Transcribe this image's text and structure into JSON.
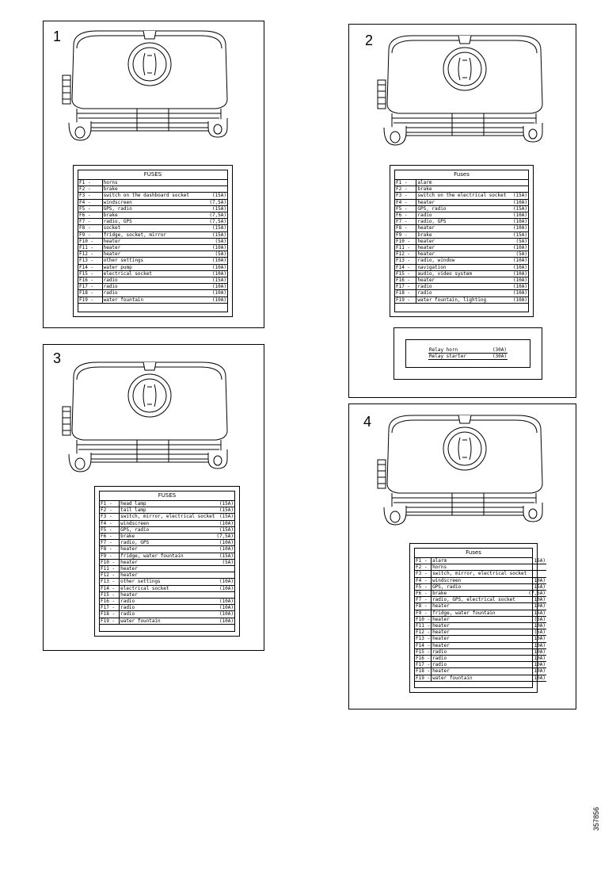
{
  "reference_code": "357856",
  "panels": [
    {
      "number": "1",
      "title": "FUSES",
      "rows": [
        {
          "id": "F1 -",
          "label": "horns",
          "amp": ""
        },
        {
          "id": "F2 -",
          "label": "brake",
          "amp": ""
        },
        {
          "id": "F3 -",
          "label": "switch on the dashboard socket",
          "amp": "(15A)"
        },
        {
          "id": "F4 -",
          "label": "windscreen",
          "amp": "(7,5A)"
        },
        {
          "id": "F5 -",
          "label": "GPS, radio",
          "amp": "(15A)"
        },
        {
          "id": "F6 -",
          "label": "brake",
          "amp": "(7,5A)"
        },
        {
          "id": "F7 -",
          "label": "radio, GPS",
          "amp": "(7,5A)"
        },
        {
          "id": "F8 -",
          "label": "socket",
          "amp": "(15A)"
        },
        {
          "id": "F9 -",
          "label": "fridge, socket, mirror",
          "amp": "(15A)"
        },
        {
          "id": "F10 -",
          "label": "heater",
          "amp": "(5A)"
        },
        {
          "id": "F11 -",
          "label": "heater",
          "amp": "(10A)"
        },
        {
          "id": "F12 -",
          "label": "heater",
          "amp": "(5A)"
        },
        {
          "id": "F13 -",
          "label": "other settings",
          "amp": "(10A)"
        },
        {
          "id": "F14 -",
          "label": "water pump",
          "amp": "(10A)"
        },
        {
          "id": "F15 -",
          "label": "electrical socket",
          "amp": "(10A)"
        },
        {
          "id": "F16 -",
          "label": "radio",
          "amp": "(15A)"
        },
        {
          "id": "F17 -",
          "label": "radio",
          "amp": "(10A)"
        },
        {
          "id": "F18 -",
          "label": "radio",
          "amp": "(10A)"
        },
        {
          "id": "F19 -",
          "label": "water fountain",
          "amp": "(10A)"
        }
      ]
    },
    {
      "number": "2",
      "title": "Fuses",
      "rows": [
        {
          "id": "F1 -",
          "label": "alarm",
          "amp": ""
        },
        {
          "id": "F2 -",
          "label": "brake",
          "amp": ""
        },
        {
          "id": "F3 -",
          "label": "switch on the electrical socket",
          "amp": "(15A)"
        },
        {
          "id": "F4 -",
          "label": "heater",
          "amp": "(10A)"
        },
        {
          "id": "F5 -",
          "label": "GPS, radio",
          "amp": "(15A)"
        },
        {
          "id": "F6 -",
          "label": "radio",
          "amp": "(10A)"
        },
        {
          "id": "F7 -",
          "label": "radio, GPS",
          "amp": "(10A)"
        },
        {
          "id": "F8 -",
          "label": "heater",
          "amp": "(10A)"
        },
        {
          "id": "F9 -",
          "label": "brake",
          "amp": "(15A)"
        },
        {
          "id": "F10 -",
          "label": "heater",
          "amp": "(5A)"
        },
        {
          "id": "F11 -",
          "label": "heater",
          "amp": "(10A)"
        },
        {
          "id": "F12 -",
          "label": "heater",
          "amp": "(5A)"
        },
        {
          "id": "F13 -",
          "label": "radio, window",
          "amp": "(10A)"
        },
        {
          "id": "F14 -",
          "label": "navigation",
          "amp": "(10A)"
        },
        {
          "id": "F15 -",
          "label": "audio, video system",
          "amp": "(10A)"
        },
        {
          "id": "F16 -",
          "label": "heater",
          "amp": "(10A)"
        },
        {
          "id": "F17 -",
          "label": "radio",
          "amp": "(10A)"
        },
        {
          "id": "F18 -",
          "label": "radio",
          "amp": "(10A)"
        },
        {
          "id": "F19 -",
          "label": "water fountain, lighting",
          "amp": "(10A)"
        }
      ],
      "relay_rows": [
        {
          "label": "Relay horn",
          "amp": "(30A)"
        },
        {
          "label": "Relay starter",
          "amp": "(30A)"
        }
      ]
    },
    {
      "number": "3",
      "title": "FUSES",
      "rows": [
        {
          "id": "F1 -",
          "label": "head lamp",
          "amp": "(15A)"
        },
        {
          "id": "F2 -",
          "label": "tail lamp",
          "amp": "(15A)"
        },
        {
          "id": "F3 -",
          "label": "switch, mirror, electrical socket",
          "amp": "(15A)"
        },
        {
          "id": "F4 -",
          "label": "windscreen",
          "amp": "(10A)"
        },
        {
          "id": "F5 -",
          "label": "GPS, radio",
          "amp": "(15A)"
        },
        {
          "id": "F6 -",
          "label": "brake",
          "amp": "(7,5A)"
        },
        {
          "id": "F7 -",
          "label": "radio, GPS",
          "amp": "(10A)"
        },
        {
          "id": "F8 -",
          "label": "heater",
          "amp": "(10A)"
        },
        {
          "id": "F9 -",
          "label": "fridge, water fountain",
          "amp": "(15A)"
        },
        {
          "id": "F10 -",
          "label": "heater",
          "amp": "(5A)"
        },
        {
          "id": "F11 -",
          "label": "heater",
          "amp": ""
        },
        {
          "id": "F12 -",
          "label": "heater",
          "amp": ""
        },
        {
          "id": "F13 -",
          "label": "other settings",
          "amp": "(10A)"
        },
        {
          "id": "F14 -",
          "label": "electrical socket",
          "amp": "(10A)"
        },
        {
          "id": "F15 -",
          "label": "heater",
          "amp": ""
        },
        {
          "id": "F16 -",
          "label": "radio",
          "amp": "(10A)"
        },
        {
          "id": "F17 -",
          "label": "radio",
          "amp": "(10A)"
        },
        {
          "id": "F18 -",
          "label": "radio",
          "amp": "(10A)"
        },
        {
          "id": "F19 -",
          "label": "water fountain",
          "amp": "(10A)"
        }
      ]
    },
    {
      "number": "4",
      "title": "Fuses",
      "rows": [
        {
          "id": "F1 -",
          "label": "alarm",
          "amp": "(15A)"
        },
        {
          "id": "F2 -",
          "label": "horns",
          "amp": ""
        },
        {
          "id": "F3 -",
          "label": "switch, mirror, electrical socket",
          "amp": ""
        },
        {
          "id": "F4 -",
          "label": "windscreen",
          "amp": "(10A)"
        },
        {
          "id": "F5 -",
          "label": "GPS, radio",
          "amp": "(15A)"
        },
        {
          "id": "F6 -",
          "label": "brake",
          "amp": "(7,5A)"
        },
        {
          "id": "F7 -",
          "label": "radio, GPS, electrical socket",
          "amp": "(10A)"
        },
        {
          "id": "F8 -",
          "label": "heater",
          "amp": "(10A)"
        },
        {
          "id": "F9 -",
          "label": "fridge, water fountain",
          "amp": "(15A)"
        },
        {
          "id": "F10 -",
          "label": "heater",
          "amp": "(5A)"
        },
        {
          "id": "F11 -",
          "label": "heater",
          "amp": "(10A)"
        },
        {
          "id": "F12 -",
          "label": "heater",
          "amp": "(5A)"
        },
        {
          "id": "F13 -",
          "label": "heater",
          "amp": "(10A)"
        },
        {
          "id": "F14 -",
          "label": "heater",
          "amp": "(10A)"
        },
        {
          "id": "F15 -",
          "label": "radio",
          "amp": "(10A)"
        },
        {
          "id": "F16 -",
          "label": "radio",
          "amp": "(10A)"
        },
        {
          "id": "F17 -",
          "label": "radio",
          "amp": "(10A)"
        },
        {
          "id": "F18 -",
          "label": "heater",
          "amp": "(10A)"
        },
        {
          "id": "F19 -",
          "label": "water fountain",
          "amp": "(10A)"
        }
      ]
    }
  ]
}
